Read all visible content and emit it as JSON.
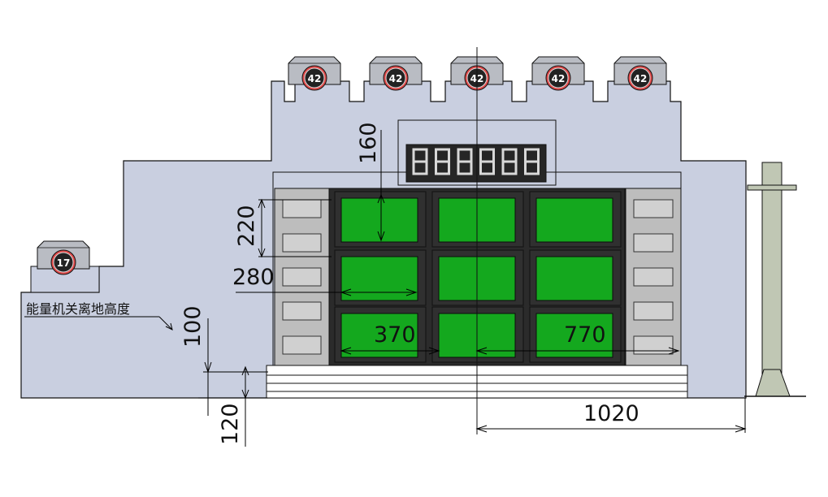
{
  "diagram": {
    "colors": {
      "body": "#c9cfe0",
      "outline": "#111111",
      "panel_frame": "#2b2b2b",
      "green": "#14a81e",
      "side_panel": "#c4c4c4",
      "digit_bg": "#262626",
      "base_stripe": "#ffffff",
      "post": "#c0c7b4",
      "dim_line": "#000000"
    },
    "turret_displays": [
      "42",
      "42",
      "42",
      "42",
      "42"
    ],
    "left_turret_display": "17",
    "digit_count": 6,
    "dimensions": {
      "d160": "160",
      "d220": "220",
      "d280": "280",
      "d100": "100",
      "d120": "120",
      "d370": "370",
      "d770": "770",
      "d1020": "1020"
    },
    "label_height_cn": "能量机关离地高度"
  }
}
